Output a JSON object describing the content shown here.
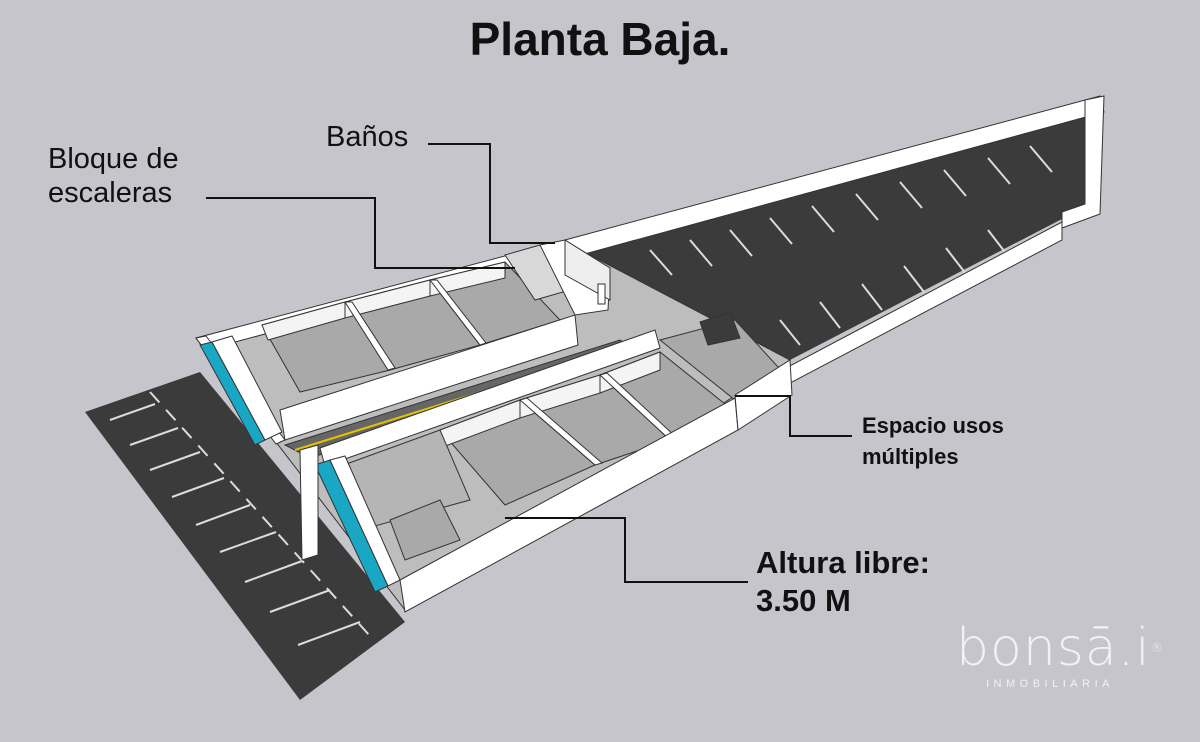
{
  "title": "Planta Baja.",
  "labels": {
    "escaleras_line1": "Bloque de",
    "escaleras_line2": "escaleras",
    "banos": "Baños",
    "usos_line1": "Espacio usos",
    "usos_line2": "múltiples",
    "altura_line1": "Altura libre:",
    "altura_line2": "3.50 M"
  },
  "logo": {
    "word": "bonsā.i",
    "registered": "®",
    "subtitle": "INMOBILIARIA"
  },
  "colors": {
    "background": "#c5c5cb",
    "parking": "#3b3b3b",
    "wall": "#ffffff",
    "floor": "#a9a9a9",
    "glass": "#1aa7c4"
  }
}
